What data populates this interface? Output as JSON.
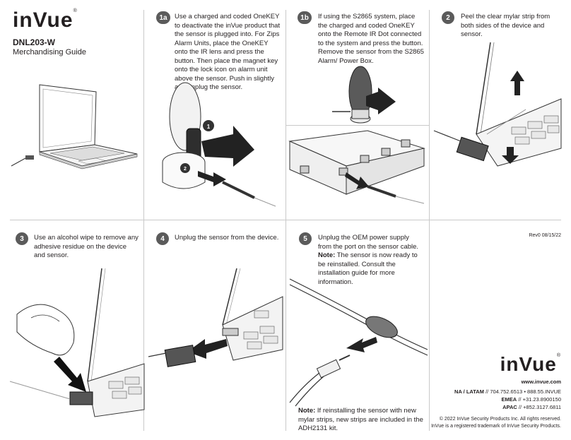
{
  "brand": {
    "logo_text": "inVue",
    "registered": "®"
  },
  "doc": {
    "model": "DNL203-W",
    "title": "Merchandising Guide",
    "revision": "Rev0 08/15/22"
  },
  "steps": [
    {
      "id": "1a",
      "text": "Use a charged and coded OneKEY to deactivate the inVue product that the sensor is plugged into. For Zips Alarm Units, place the OneKEY onto the IR lens and press the button. Then place the magnet key onto the lock icon on alarm unit above the sensor. Push in slightly and unplug the sensor."
    },
    {
      "id": "1b",
      "text": "If using the S2865 system, place the charged and coded OneKEY onto the Remote IR Dot connected to the system and press the button. Remove the sensor from the S2865 Alarm/ Power Box."
    },
    {
      "id": "2",
      "text": "Peel the clear mylar strip from both sides of the device and sensor."
    },
    {
      "id": "3",
      "text": "Use an alcohol wipe to remove any adhesive residue on the device and sensor."
    },
    {
      "id": "4",
      "text": "Unplug the sensor from the device."
    },
    {
      "id": "5",
      "note_label": "Note:",
      "text_a": "Unplug the OEM power supply from the port on the sensor cable.",
      "text_b": "The sensor is now ready to be reinstalled. Consult the installation guide for more information."
    }
  ],
  "callouts": {
    "one": "1",
    "two": "2"
  },
  "bottom_note": {
    "label": "Note:",
    "text": "If reinstalling the sensor with new mylar strips, new strips are included in the ADH2131 kit."
  },
  "contact": {
    "website": "www.invue.com",
    "na_label": "NA / LATAM",
    "na_sep": "//",
    "na_phone1": "704.752.6513",
    "na_bullet": "•",
    "na_phone2": "888.55.INVUE",
    "emea_label": "EMEA",
    "emea_phone": "// +31.23.8900150",
    "apac_label": "APAC",
    "apac_phone": "// +852.3127.6811"
  },
  "legal": {
    "copyright": "© 2022 InVue Security Products Inc. All rights reserved.",
    "trademark": "InVue is a registered trademark of InVue Security Products."
  },
  "colors": {
    "text": "#231f20",
    "badge": "#5b5b5b",
    "divider": "#c9c9c9"
  }
}
